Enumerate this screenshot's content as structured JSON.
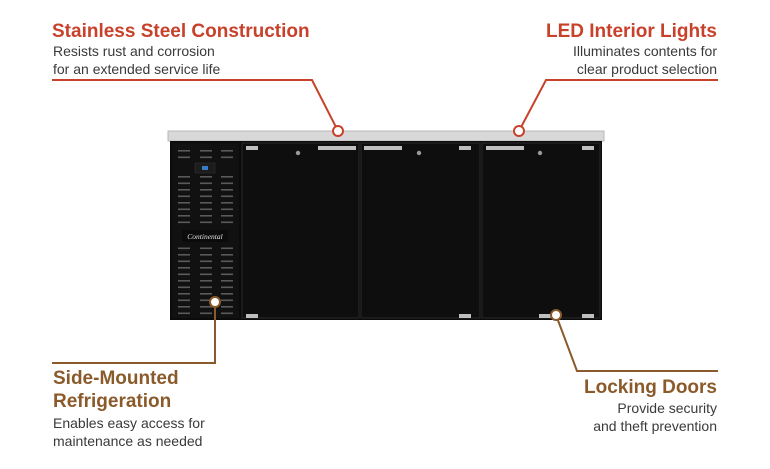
{
  "colors": {
    "red": "#c8412b",
    "brown": "#8a5a2b",
    "cabinet": "#0b0b0b",
    "steel": "#d8d8d8"
  },
  "callouts": {
    "stainless": {
      "title": "Stainless Steel Construction",
      "lines": [
        "Resists rust and corrosion",
        "for an extended service life"
      ]
    },
    "led": {
      "title": "LED Interior Lights",
      "lines": [
        "Illuminates contents for",
        "clear product selection"
      ]
    },
    "side": {
      "title_lines": [
        "Side-Mounted",
        "Refrigeration"
      ],
      "lines": [
        "Enables easy access for",
        "maintenance as needed"
      ]
    },
    "locking": {
      "title": "Locking Doors",
      "lines": [
        "Provide security",
        "and theft prevention"
      ]
    }
  },
  "product": {
    "brand": "Continental"
  }
}
